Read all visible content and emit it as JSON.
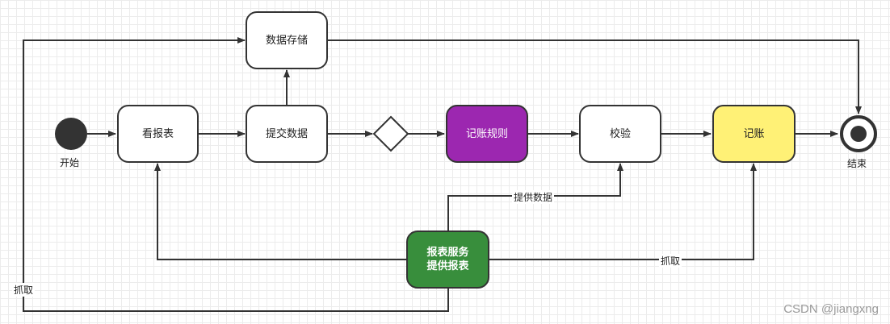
{
  "nodes": {
    "start": {
      "label": "开始"
    },
    "view_report": {
      "label": "看报表"
    },
    "submit_data": {
      "label": "提交数据"
    },
    "data_storage": {
      "label": "数据存储"
    },
    "accounting_rules": {
      "label": "记账规则"
    },
    "verify": {
      "label": "校验"
    },
    "bookkeeping": {
      "label": "记账"
    },
    "end": {
      "label": "结束"
    },
    "report_service": {
      "line1": "报表服务",
      "line2": "提供报表"
    }
  },
  "edge_labels": {
    "provide_data": "提供数据",
    "fetch_right": "抓取",
    "fetch_left": "抓取"
  },
  "colors": {
    "accounting_rules": "#9c27b0",
    "bookkeeping": "#fff176",
    "report_service": "#388e3c",
    "stroke": "#333333"
  },
  "watermark": "CSDN @jiangxng"
}
